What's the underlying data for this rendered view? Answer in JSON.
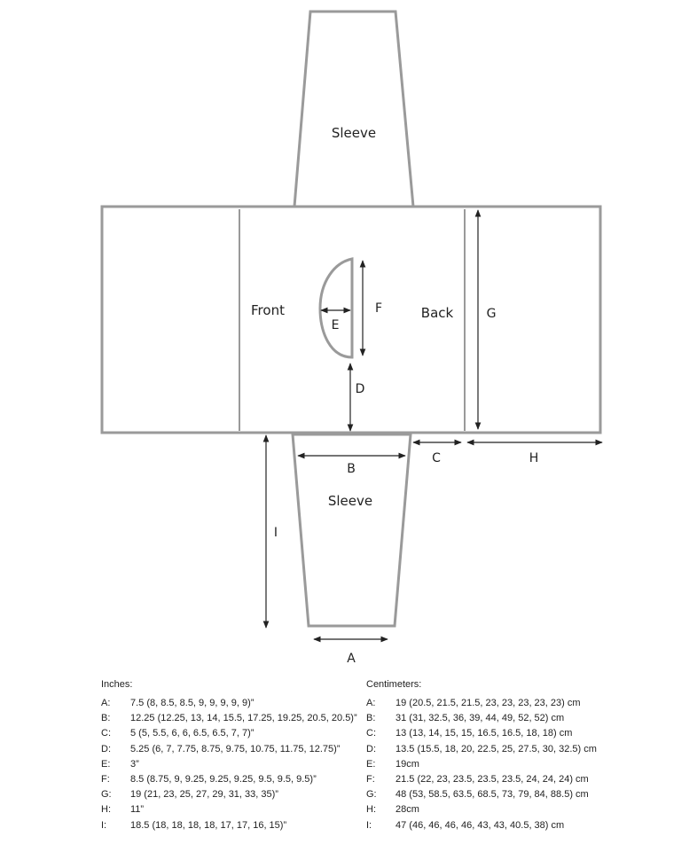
{
  "pieces": {
    "sleeve_top": "Sleeve",
    "sleeve_bottom": "Sleeve",
    "front": "Front",
    "back": "Back"
  },
  "dimensions": {
    "A": "A",
    "B": "B",
    "C": "C",
    "D": "D",
    "E": "E",
    "F": "F",
    "G": "G",
    "H": "H",
    "I": "I"
  },
  "inches": {
    "heading": "Inches:",
    "rows": [
      {
        "key": "A:",
        "value": "7.5 (8, 8.5, 8.5, 9, 9, 9, 9, 9)”"
      },
      {
        "key": "B:",
        "value": "12.25 (12.25, 13, 14, 15.5, 17.25, 19.25, 20.5, 20.5)”"
      },
      {
        "key": "C:",
        "value": "5 (5, 5.5, 6, 6, 6.5, 6.5, 7, 7)”"
      },
      {
        "key": "D:",
        "value": "5.25 (6, 7, 7.75, 8.75, 9.75, 10.75, 11.75, 12.75)”"
      },
      {
        "key": "E:",
        "value": "3”"
      },
      {
        "key": "F:",
        "value": "8.5 (8.75, 9, 9.25, 9.25, 9.25, 9.5, 9.5, 9.5)”"
      },
      {
        "key": "G:",
        "value": "19 (21, 23, 25, 27, 29, 31, 33, 35)”"
      },
      {
        "key": "H:",
        "value": "11”"
      },
      {
        "key": "I:",
        "value": "18.5 (18, 18, 18, 18, 17, 17, 16, 15)”"
      }
    ]
  },
  "centimeters": {
    "heading": "Centimeters:",
    "rows": [
      {
        "key": "A:",
        "value": "19 (20.5, 21.5, 21.5, 23, 23, 23, 23, 23) cm"
      },
      {
        "key": "B:",
        "value": "31 (31, 32.5, 36, 39, 44, 49, 52, 52) cm"
      },
      {
        "key": "C:",
        "value": "13 (13, 14, 15, 15, 16.5, 16.5, 18, 18) cm"
      },
      {
        "key": "D:",
        "value": "13.5 (15.5, 18, 20, 22.5, 25, 27.5, 30, 32.5) cm"
      },
      {
        "key": "E:",
        "value": "19cm"
      },
      {
        "key": "F:",
        "value": "21.5 (22, 23, 23.5, 23.5, 23.5, 24, 24, 24) cm"
      },
      {
        "key": "G:",
        "value": "48 (53, 58.5, 63.5, 68.5, 73, 79, 84, 88.5) cm"
      },
      {
        "key": "H:",
        "value": "28cm"
      },
      {
        "key": "I:",
        "value": "47 (46, 46, 46, 46, 43, 43, 40.5, 38) cm"
      }
    ]
  }
}
